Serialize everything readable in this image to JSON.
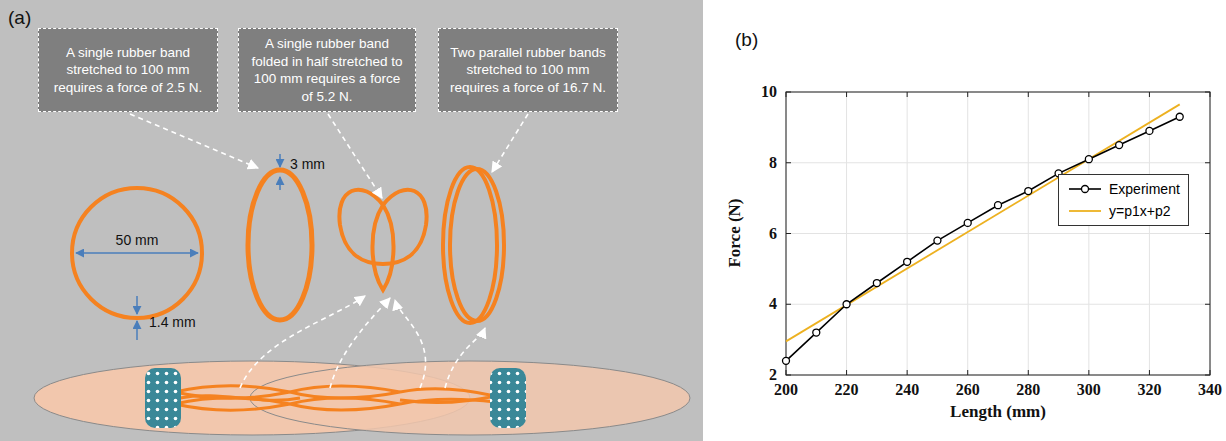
{
  "diagram": {
    "nodes": [
      {
        "text": [
          "A single rubber band stretched to 100 mm requires a force of 2.5 N."
        ]
      },
      {
        "text": [
          "A single rubber band folded in half stretched to 100 mm requires a force of 5.2 N."
        ]
      },
      {
        "text": [
          "Two parallel rubber bands stretched to 100 mm requires a force of 16.7 N."
        ]
      }
    ],
    "labels": [
      "(a)",
      "50 mm",
      "1.4 mm",
      "3 mm",
      "(b)",
      "2",
      "4",
      "6",
      "8",
      "10",
      "200",
      "220",
      "240",
      "260",
      "280",
      "300",
      "320",
      "340",
      "Length (mm)",
      "Force (N)"
    ],
    "legend": [
      {
        "text": "Experiment"
      },
      {
        "text": "y=p1x+p2"
      }
    ]
  }
}
